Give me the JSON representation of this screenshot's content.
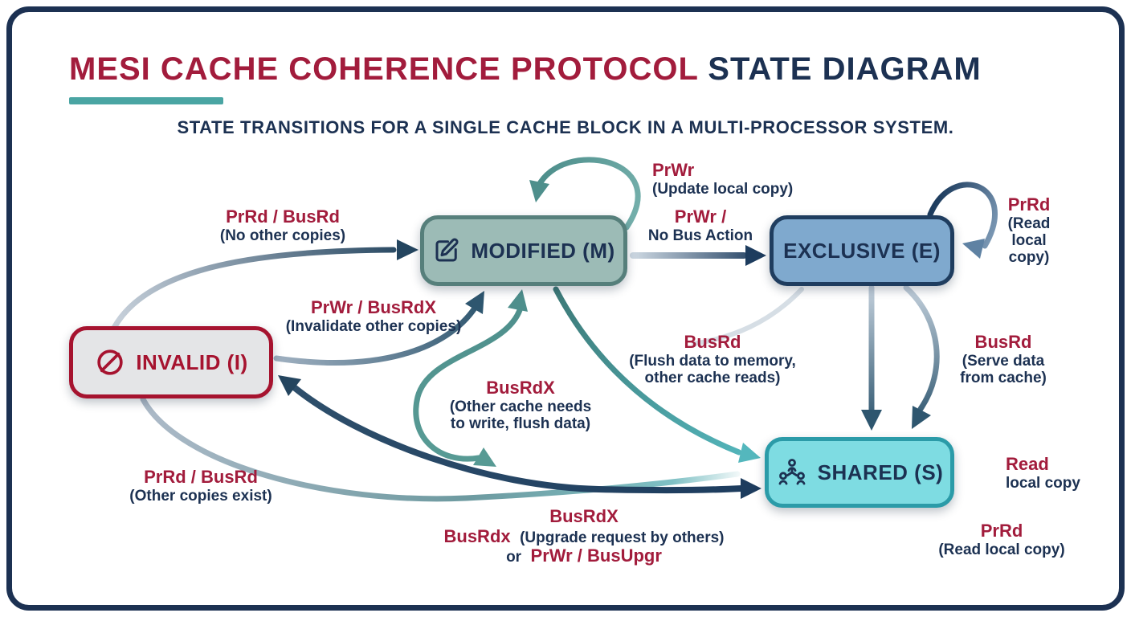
{
  "title": {
    "part_red": "MESI CACHE COHERENCE PROTOCOL",
    "part_navy": " STATE DIAGRAM"
  },
  "subtitle": "STATE TRANSITIONS FOR A SINGLE CACHE BLOCK IN A MULTI-PROCESSOR SYSTEM.",
  "colors": {
    "crimson": "#A21C3C",
    "navy": "#1C3152",
    "teal_accent": "#4AA5A3",
    "modified_fill": "#9CBBB6",
    "modified_border": "#567F7B",
    "exclusive_fill": "#7FA9CE",
    "exclusive_border": "#1F3D5F",
    "invalid_fill": "#E4E5E7",
    "invalid_border": "#A6132F",
    "shared_fill": "#7EDCE2",
    "shared_border": "#2B9BA8"
  },
  "states": {
    "modified": {
      "label": "MODIFIED (M)",
      "icon": "edit-icon"
    },
    "exclusive": {
      "label": "EXCLUSIVE (E)"
    },
    "invalid": {
      "label": "INVALID (I)",
      "icon": "null-icon"
    },
    "shared": {
      "label": "SHARED (S)",
      "icon": "group-icon"
    }
  },
  "labels": {
    "i_to_m": {
      "event": "PrRd / BusRd",
      "note": "(No other copies)"
    },
    "m_self": {
      "event": "PrWr",
      "note": "(Update local copy)"
    },
    "m_to_e": {
      "event": "PrWr /",
      "note": "No Bus Action"
    },
    "e_self": {
      "event": "PrRd",
      "note1": "(Read",
      "note2": "local",
      "note3": "copy)"
    },
    "i_to_m_write": {
      "event": "PrWr / BusRdX",
      "note": "(Invalidate other copies)"
    },
    "m_to_s": {
      "event": "BusRd",
      "note1": "(Flush data to memory,",
      "note2": "other cache reads)"
    },
    "m_busrdx": {
      "event": "BusRdX",
      "note1": "(Other cache needs",
      "note2": "to write, flush data)"
    },
    "e_to_s": {
      "event": "BusRd",
      "note1": "(Serve data",
      "note2": "from cache)"
    },
    "s_self": {
      "event": "Read",
      "note": "local copy"
    },
    "i_to_s": {
      "event": "PrRd / BusRd",
      "note": "(Other copies exist)"
    },
    "s_to_i": {
      "line1": "BusRdX",
      "line2_event": "BusRdx",
      "line2_note": "(Upgrade request by others)",
      "line3_prefix": "or",
      "line3_event": "PrWr / BusUpgr"
    },
    "s_prrd": {
      "event": "PrRd",
      "note": "(Read local copy)"
    }
  }
}
